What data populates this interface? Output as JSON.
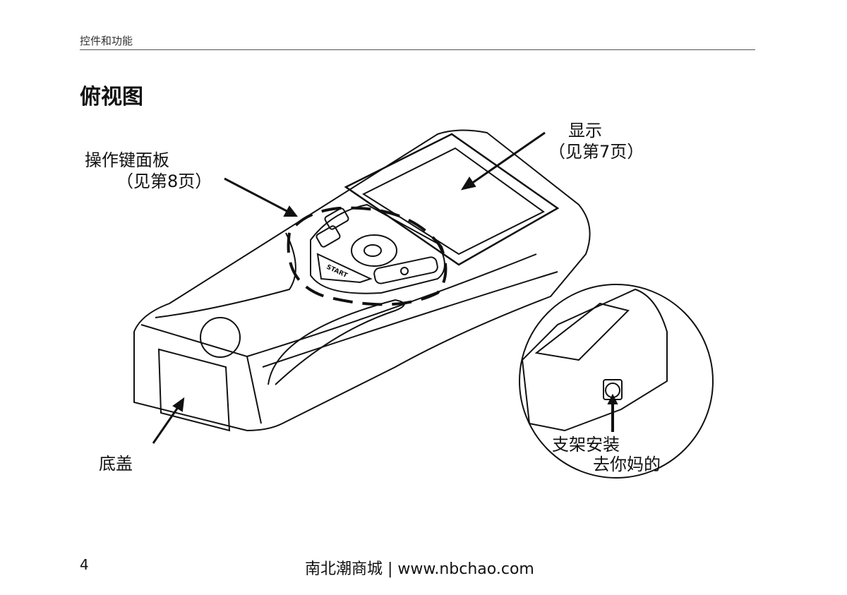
{
  "header": {
    "section": "控件和功能"
  },
  "page_title": "俯视图",
  "callouts": {
    "keypad": {
      "label": "操作键面板",
      "ref": "（见第8页）"
    },
    "display": {
      "label": "显示",
      "ref": "（见第7页）"
    },
    "bottom_cover": {
      "label": "底盖"
    },
    "bracket": {
      "label": "支架安装",
      "extra": "去你妈的"
    }
  },
  "device": {
    "start_button": "START",
    "power_icon": "power-icon"
  },
  "footer": {
    "page_number": "4",
    "site": "南北潮商城 | www.nbchao.com"
  }
}
